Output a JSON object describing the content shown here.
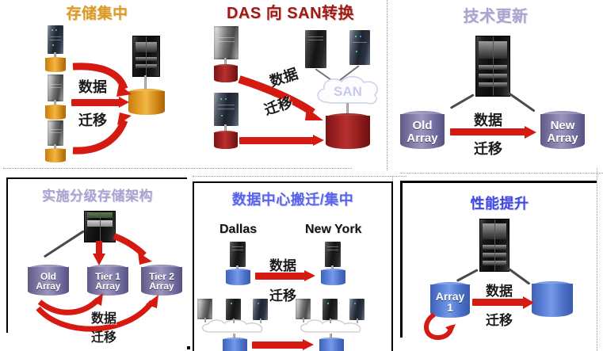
{
  "document": {
    "kind": "storage-migration-use-case-diagram",
    "layout": "2 rows x 3 panels",
    "panels": [
      {
        "id": "panel-consolidation",
        "title": "存储集中",
        "title_color": "#d99a2b",
        "migration_label_line1": "数据",
        "migration_label_line2": "迁移",
        "source_count": 3,
        "source_storage_color": "#e0a028",
        "target_storage_color": "#d99020",
        "arrows": 3
      },
      {
        "id": "panel-das-to-san",
        "title": "DAS 向 SAN转换",
        "title_color": "#9c1b16",
        "migration_label_line1": "数据",
        "migration_label_line2": "迁移",
        "cloud_label": "SAN",
        "cloud_label_color": "#aeb4ea",
        "source_count": 2,
        "storage_color": "#a02424",
        "arrows": 2
      },
      {
        "id": "panel-tech-refresh",
        "title": "技术更新",
        "title_color": "#a9a4cf",
        "migration_label_line1": "数据",
        "migration_label_line2": "迁移",
        "source_array_label_line1": "Old",
        "source_array_label_line2": "Array",
        "target_array_label_line1": "New",
        "target_array_label_line2": "Array",
        "array_color": "#8681ab",
        "arrows": 1
      },
      {
        "id": "panel-tiered-storage",
        "title": "实施分级存储架构",
        "title_color": "#a9a4cf",
        "migration_label_line1": "数据",
        "migration_label_line2": "迁移",
        "arrays": [
          {
            "line1": "Old",
            "line2": "Array"
          },
          {
            "line1": "Tier 1",
            "line2": "Array"
          },
          {
            "line1": "Tier 2",
            "line2": "Array"
          }
        ],
        "array_color": "#8681ab",
        "arrows": 4
      },
      {
        "id": "panel-datacenter-move",
        "title": "数据中心搬迁/集中",
        "title_color": "#5b64e8",
        "migration_label_line1": "数据",
        "migration_label_line2": "迁移",
        "site_source": "Dallas",
        "site_target": "New York",
        "storage_color": "#5d83da",
        "arrows": 2
      },
      {
        "id": "panel-performance",
        "title": "性能提升",
        "title_color": "#3f48e0",
        "migration_label_line1": "数据",
        "migration_label_line2": "迁移",
        "source_array_label_line1": "Array",
        "source_array_label_line2": "1",
        "array_color": "#5d83da",
        "arrows": 2,
        "has_loopback_arrow": true
      }
    ],
    "palette": {
      "arrow_red": "#d51a12",
      "text_dark": "#1a1a1a",
      "border_black": "#000000",
      "background": "#ffffff"
    }
  }
}
